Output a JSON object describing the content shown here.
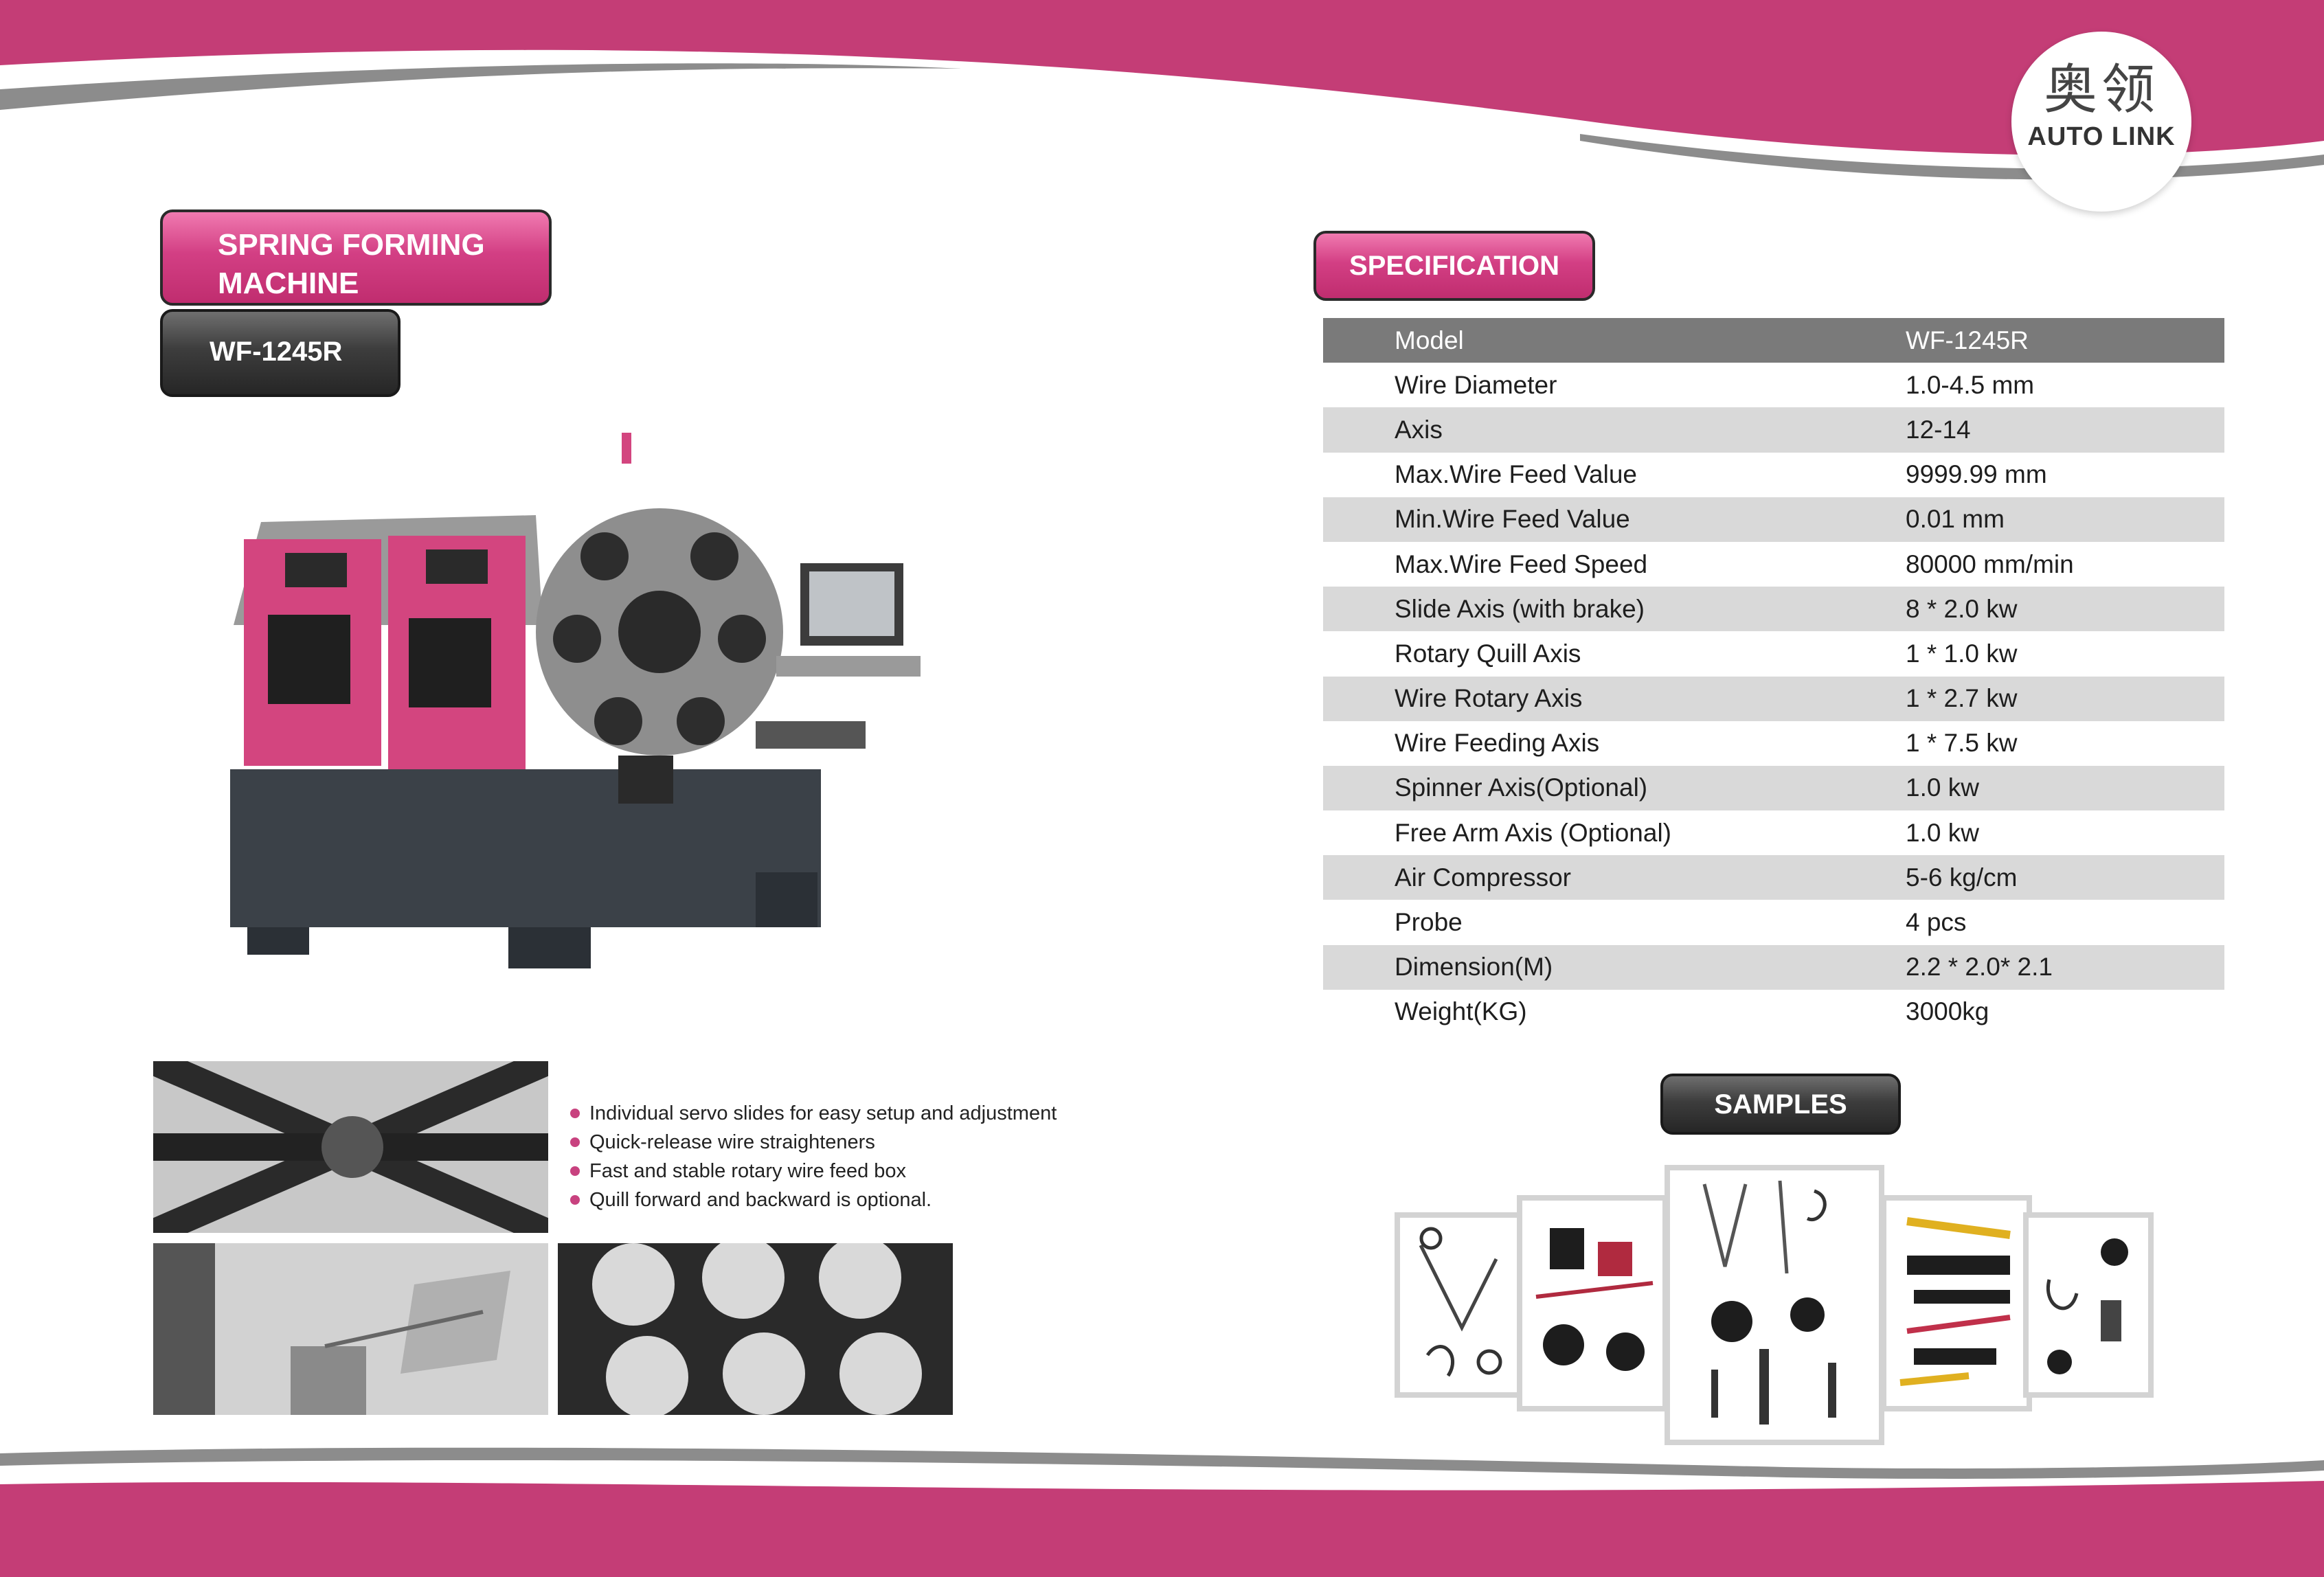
{
  "header": {
    "logo_cn": "奥领",
    "logo_en": "AUTO LINK",
    "colors": {
      "magenta": "#c43d76",
      "gray": "#8c8c8c"
    }
  },
  "left": {
    "title": "SPRING FORMING MACHINE",
    "model": "WF-1245R",
    "features": [
      "Individual servo slides for easy setup and adjustment",
      "Quick-release wire straighteners",
      "Fast and stable rotary wire feed box",
      "Quill forward and backward is optional."
    ]
  },
  "spec": {
    "title": "SPECIFICATION",
    "rows": [
      {
        "label": "Model",
        "value": "WF-1245R"
      },
      {
        "label": "Wire Diameter",
        "value": "1.0-4.5 mm"
      },
      {
        "label": "Axis",
        "value": "12-14"
      },
      {
        "label": "Max.Wire Feed Value",
        "value": "9999.99 mm"
      },
      {
        "label": "Min.Wire Feed Value",
        "value": "0.01 mm"
      },
      {
        "label": "Max.Wire Feed Speed",
        "value": "80000 mm/min"
      },
      {
        "label": "Slide Axis (with brake)",
        "value": "8 * 2.0 kw"
      },
      {
        "label": "Rotary Quill Axis",
        "value": "1 * 1.0 kw"
      },
      {
        "label": "Wire Rotary Axis",
        "value": "1 * 2.7 kw"
      },
      {
        "label": "Wire Feeding Axis",
        "value": "1 * 7.5 kw"
      },
      {
        "label": "Spinner Axis(Optional)",
        "value": "1.0 kw"
      },
      {
        "label": "Free Arm Axis (Optional)",
        "value": "1.0 kw"
      },
      {
        "label": "Air Compressor",
        "value": "5-6 kg/cm"
      },
      {
        "label": "Probe",
        "value": "4 pcs"
      },
      {
        "label": "Dimension(M)",
        "value": "2.2 * 2.0* 2.1"
      },
      {
        "label": "Weight(KG)",
        "value": "3000kg"
      }
    ]
  },
  "samples": {
    "title": "SAMPLES"
  }
}
